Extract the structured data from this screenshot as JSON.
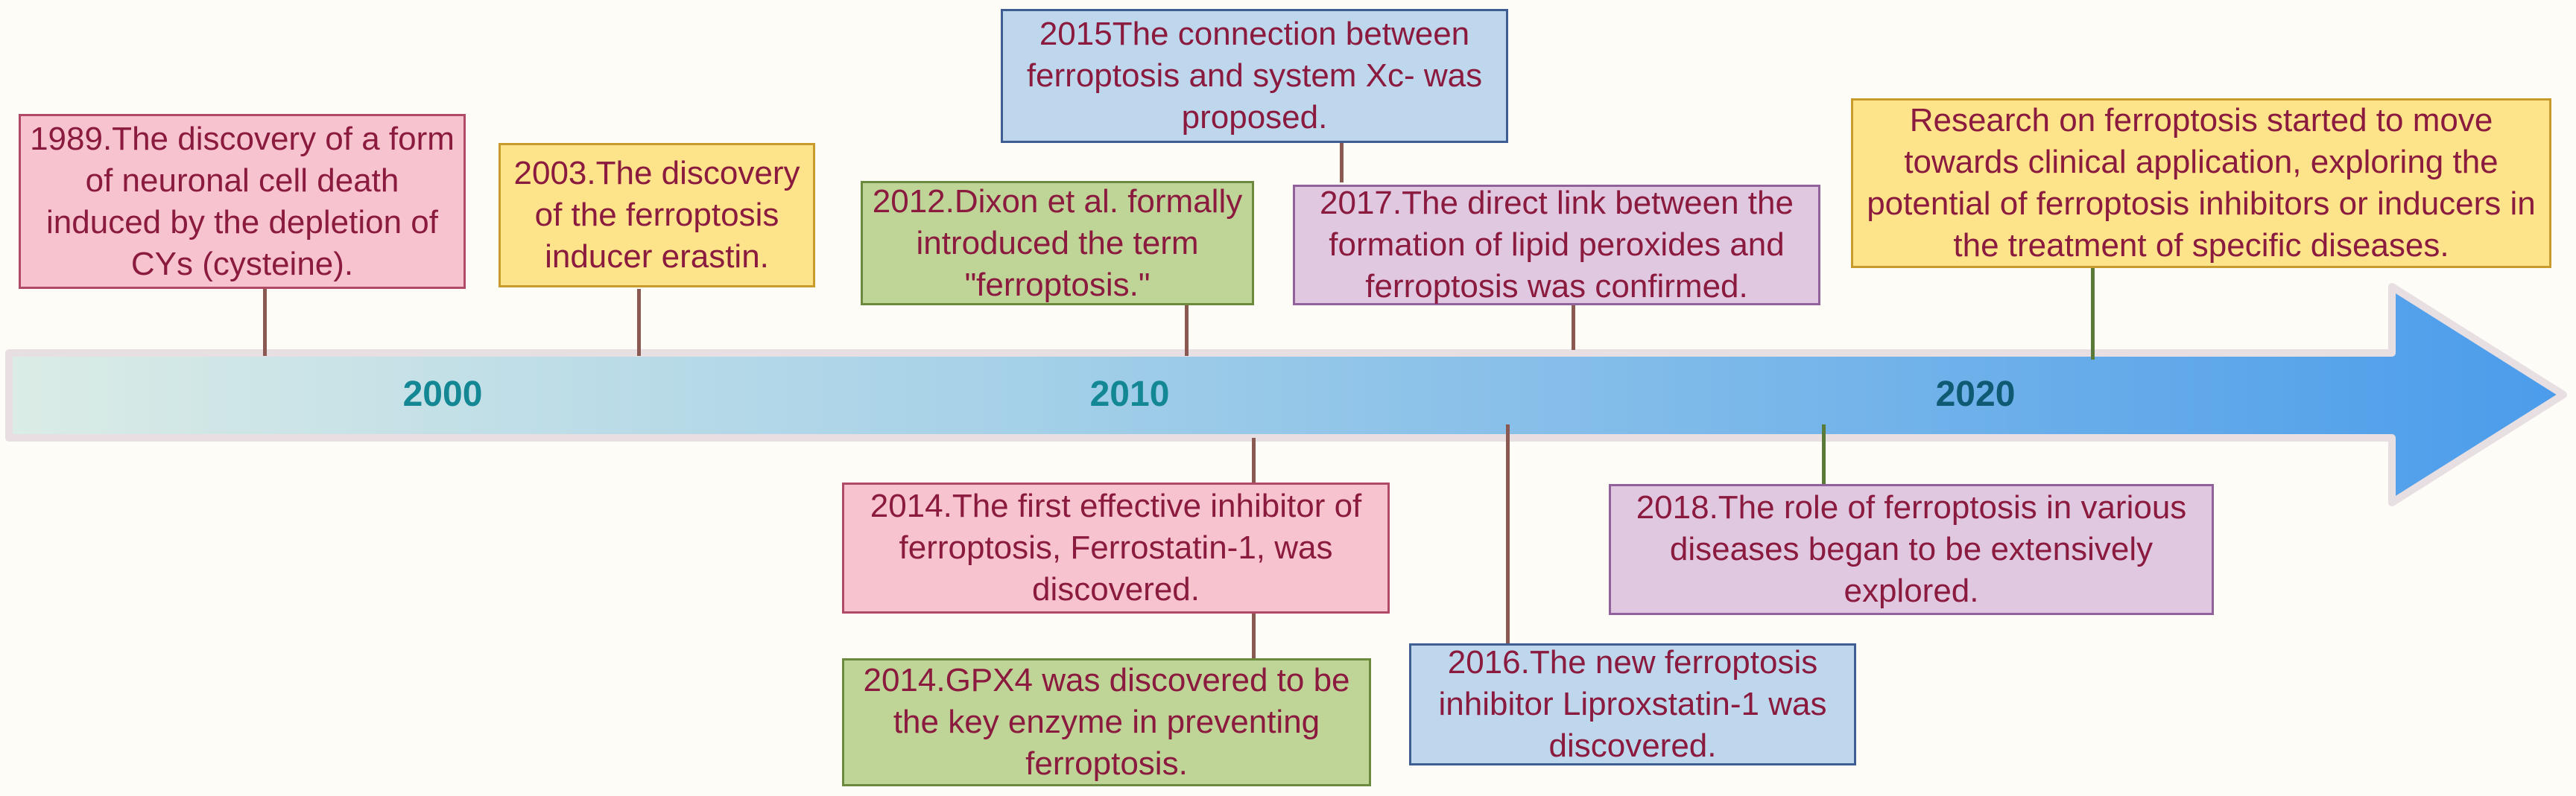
{
  "timeline": {
    "years": [
      "2000",
      "2010",
      "2020"
    ],
    "colors": {
      "arrow_start": "#dbece6",
      "arrow_mid": "#a4d0e8",
      "arrow_end": "#4b9ceb",
      "text": "#8b1a3f",
      "year": "#138894"
    }
  },
  "events": [
    {
      "id": "e1989",
      "text": "1989.The discovery of a form of neuronal cell death induced by the depletion of CYs (cysteine).",
      "color": "pink"
    },
    {
      "id": "e2003",
      "text": "2003.The discovery of the ferroptosis inducer erastin.",
      "color": "yellow"
    },
    {
      "id": "e2012",
      "text": "2012.Dixon et al. formally introduced the term \"ferroptosis.\"",
      "color": "green"
    },
    {
      "id": "e2015",
      "text": "2015The connection between ferroptosis and system Xc- was proposed.",
      "color": "blue"
    },
    {
      "id": "e2017",
      "text": "2017.The direct link between the formation of lipid peroxides and ferroptosis was confirmed.",
      "color": "purple"
    },
    {
      "id": "eclin",
      "text": "Research on ferroptosis started to move towards clinical application, exploring the potential of ferroptosis inhibitors or inducers in the treatment of specific diseases.",
      "color": "yellow"
    },
    {
      "id": "e2014a",
      "text": "2014.The first effective inhibitor of ferroptosis, Ferrostatin-1, was discovered.",
      "color": "pink"
    },
    {
      "id": "e2014b",
      "text": "2014.GPX4 was discovered to be the key enzyme in preventing ferroptosis.",
      "color": "green"
    },
    {
      "id": "e2016",
      "text": "2016.The new ferroptosis inhibitor Liproxstatin-1 was discovered.",
      "color": "blue"
    },
    {
      "id": "e2018",
      "text": "2018.The role of ferroptosis in various diseases began to be extensively explored.",
      "color": "purple"
    }
  ]
}
